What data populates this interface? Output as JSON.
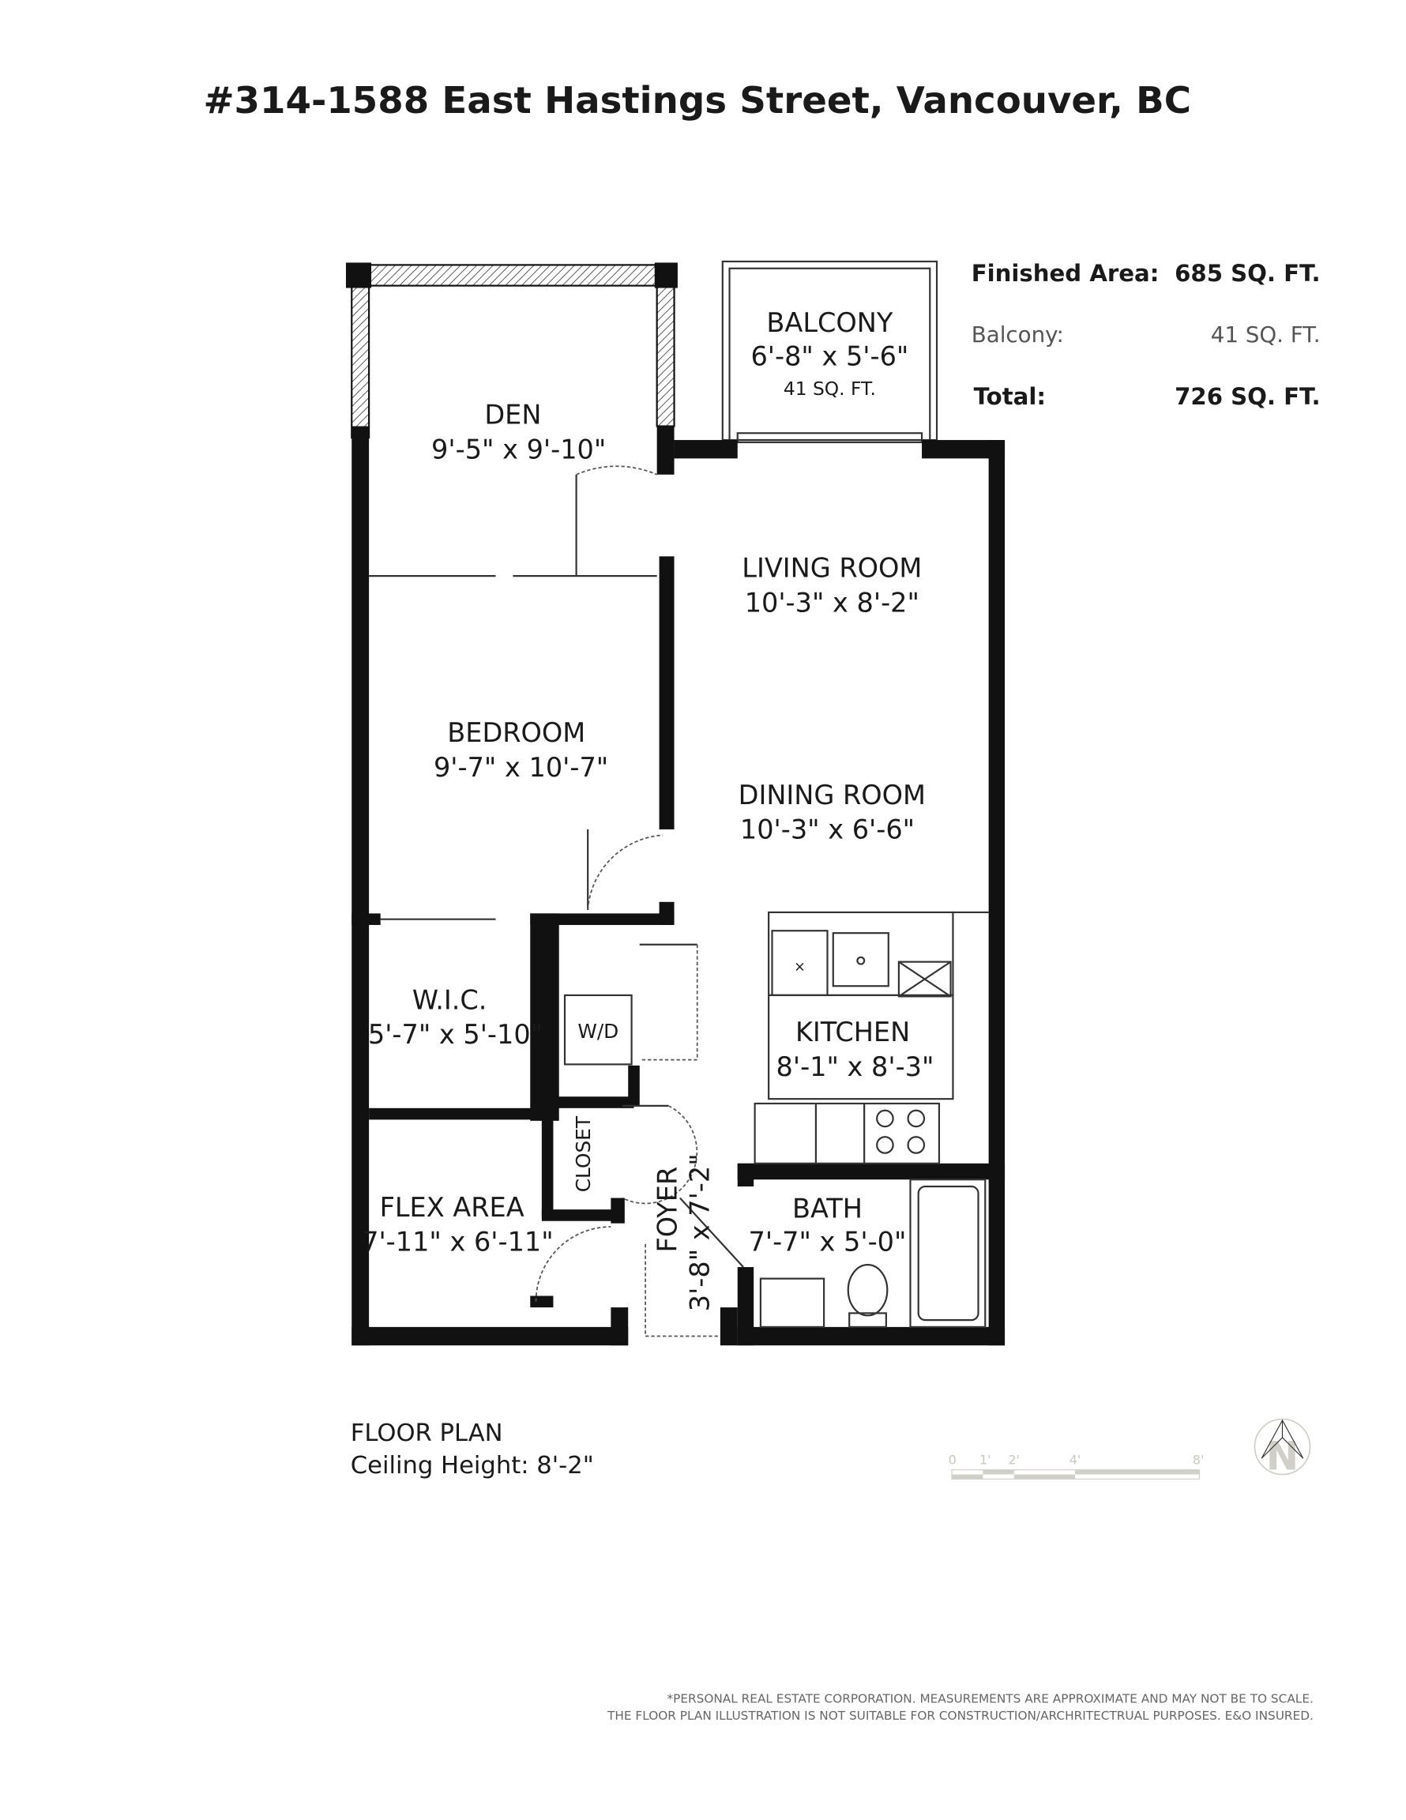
{
  "title": "#314-1588 East Hastings Street, Vancouver, BC",
  "areas": {
    "finished_label": "Finished Area:",
    "finished_value": "685 SQ. FT.",
    "balcony_label": "Balcony:",
    "balcony_value": "41 SQ. FT.",
    "total_label": "Total:",
    "total_value": "726 SQ. FT."
  },
  "rooms": {
    "balcony": {
      "name": "BALCONY",
      "dims": "6'-8\" x 5'-6\"",
      "area": "41 SQ. FT."
    },
    "den": {
      "name": "DEN",
      "dims": "9'-5\" x 9'-10\""
    },
    "living": {
      "name": "LIVING ROOM",
      "dims": "10'-3\" x 8'-2\""
    },
    "bedroom": {
      "name": "BEDROOM",
      "dims": "9'-7\" x 10'-7\""
    },
    "dining": {
      "name": "DINING ROOM",
      "dims": "10'-3\" x 6'-6\""
    },
    "wic": {
      "name": "W.I.C.",
      "dims": "5'-7\" x 5'-10\""
    },
    "wd": {
      "name": "W/D"
    },
    "kitchen": {
      "name": "KITCHEN",
      "dims": "8'-1\" x 8'-3\""
    },
    "closet": {
      "name": "CLOSET"
    },
    "foyer": {
      "name": "FOYER",
      "dims": "3'-8\" x 7'-2\""
    },
    "flex": {
      "name": "FLEX AREA",
      "dims": "7'-11\" x 6'-11\""
    },
    "bath": {
      "name": "BATH",
      "dims": "7'-7\" x 5'-0\""
    }
  },
  "footer": {
    "plan_label": "FLOOR PLAN",
    "ceiling": "Ceiling Height: 8'-2\""
  },
  "scale": {
    "ticks": [
      "0",
      "1'",
      "2'",
      "4'",
      "8'"
    ]
  },
  "compass": {
    "letter": "N"
  },
  "disclaimer": [
    "*PERSONAL REAL ESTATE CORPORATION. MEASUREMENTS ARE APPROXIMATE AND MAY NOT BE TO SCALE.",
    "THE FLOOR PLAN ILLUSTRATION IS NOT SUITABLE FOR CONSTRUCTION/ARCHRITECTRUAL PURPOSES. E&O INSURED."
  ]
}
